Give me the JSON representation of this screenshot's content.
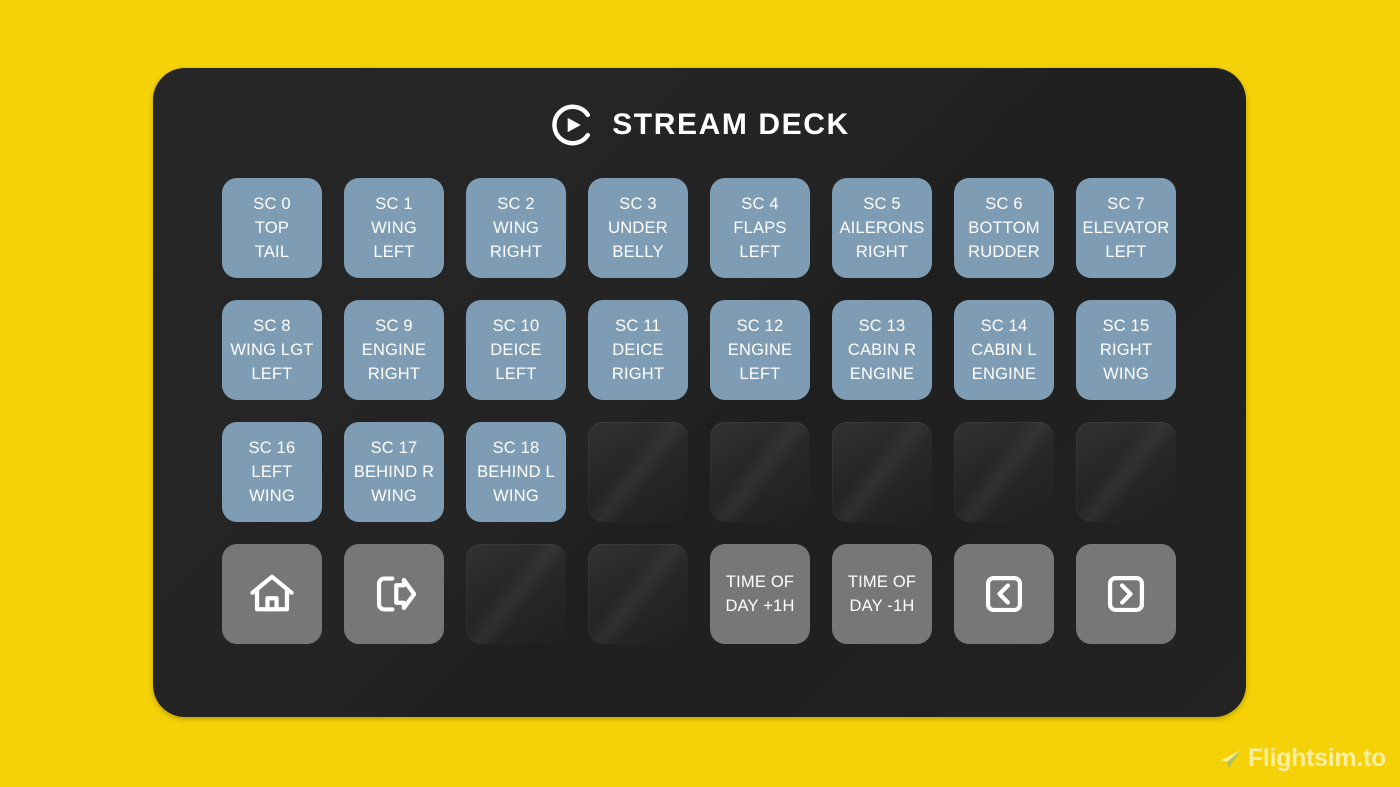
{
  "app": {
    "brand_name": "STREAM DECK",
    "logo_icon": "elgato-logo-icon",
    "background_color": "#f5d207",
    "device_color": "#242424"
  },
  "colors": {
    "key_blue": "#7e9db5",
    "key_grey": "#777777",
    "key_empty": "#262626",
    "key_text": "#ffffff"
  },
  "grid": {
    "columns": 8,
    "rows": 4,
    "keys": [
      {
        "pos": "r1c1",
        "type": "blue",
        "lines": [
          "SC 0",
          "TOP",
          "TAIL"
        ]
      },
      {
        "pos": "r1c2",
        "type": "blue",
        "lines": [
          "SC 1",
          "WING",
          "LEFT"
        ]
      },
      {
        "pos": "r1c3",
        "type": "blue",
        "lines": [
          "SC 2",
          "WING",
          "RIGHT"
        ]
      },
      {
        "pos": "r1c4",
        "type": "blue",
        "lines": [
          "SC 3",
          "UNDER",
          "BELLY"
        ]
      },
      {
        "pos": "r1c5",
        "type": "blue",
        "lines": [
          "SC 4",
          "FLAPS",
          "LEFT"
        ]
      },
      {
        "pos": "r1c6",
        "type": "blue",
        "lines": [
          "SC 5",
          "AILERONS",
          "RIGHT"
        ]
      },
      {
        "pos": "r1c7",
        "type": "blue",
        "lines": [
          "SC 6",
          "BOTTOM",
          "RUDDER"
        ]
      },
      {
        "pos": "r1c8",
        "type": "blue",
        "lines": [
          "SC 7",
          "ELEVATOR",
          "LEFT"
        ]
      },
      {
        "pos": "r2c1",
        "type": "blue",
        "lines": [
          "SC 8",
          "WING LGT",
          "LEFT"
        ]
      },
      {
        "pos": "r2c2",
        "type": "blue",
        "lines": [
          "SC 9",
          "ENGINE",
          "RIGHT"
        ]
      },
      {
        "pos": "r2c3",
        "type": "blue",
        "lines": [
          "SC 10",
          "DEICE",
          "LEFT"
        ]
      },
      {
        "pos": "r2c4",
        "type": "blue",
        "lines": [
          "SC 11",
          "DEICE",
          "RIGHT"
        ]
      },
      {
        "pos": "r2c5",
        "type": "blue",
        "lines": [
          "SC 12",
          "ENGINE",
          "LEFT"
        ]
      },
      {
        "pos": "r2c6",
        "type": "blue",
        "lines": [
          "SC 13",
          "CABIN R",
          "ENGINE"
        ]
      },
      {
        "pos": "r2c7",
        "type": "blue",
        "lines": [
          "SC 14",
          "CABIN L",
          "ENGINE"
        ]
      },
      {
        "pos": "r2c8",
        "type": "blue",
        "lines": [
          "SC 15",
          "RIGHT",
          "WING"
        ]
      },
      {
        "pos": "r3c1",
        "type": "blue",
        "lines": [
          "SC 16",
          "LEFT",
          "WING"
        ]
      },
      {
        "pos": "r3c2",
        "type": "blue",
        "lines": [
          "SC 17",
          "BEHIND R",
          "WING"
        ]
      },
      {
        "pos": "r3c3",
        "type": "blue",
        "lines": [
          "SC 18",
          "BEHIND L",
          "WING"
        ]
      },
      {
        "pos": "r3c4",
        "type": "empty",
        "lines": []
      },
      {
        "pos": "r3c5",
        "type": "empty",
        "lines": []
      },
      {
        "pos": "r3c6",
        "type": "empty",
        "lines": []
      },
      {
        "pos": "r3c7",
        "type": "empty",
        "lines": []
      },
      {
        "pos": "r3c8",
        "type": "empty",
        "lines": []
      },
      {
        "pos": "r4c1",
        "type": "grey",
        "icon": "home-icon",
        "lines": []
      },
      {
        "pos": "r4c2",
        "type": "grey",
        "icon": "exit-icon",
        "lines": []
      },
      {
        "pos": "r4c3",
        "type": "empty",
        "lines": []
      },
      {
        "pos": "r4c4",
        "type": "empty",
        "lines": []
      },
      {
        "pos": "r4c5",
        "type": "grey",
        "lines": [
          "TIME OF",
          "DAY +1H"
        ]
      },
      {
        "pos": "r4c6",
        "type": "grey",
        "lines": [
          "TIME OF",
          "DAY -1H"
        ]
      },
      {
        "pos": "r4c7",
        "type": "grey",
        "icon": "chevron-left-boxed-icon",
        "lines": []
      },
      {
        "pos": "r4c8",
        "type": "grey",
        "icon": "chevron-right-boxed-icon",
        "lines": []
      }
    ]
  },
  "watermark": {
    "text": "Flightsim.to",
    "icon": "paper-plane-icon"
  }
}
